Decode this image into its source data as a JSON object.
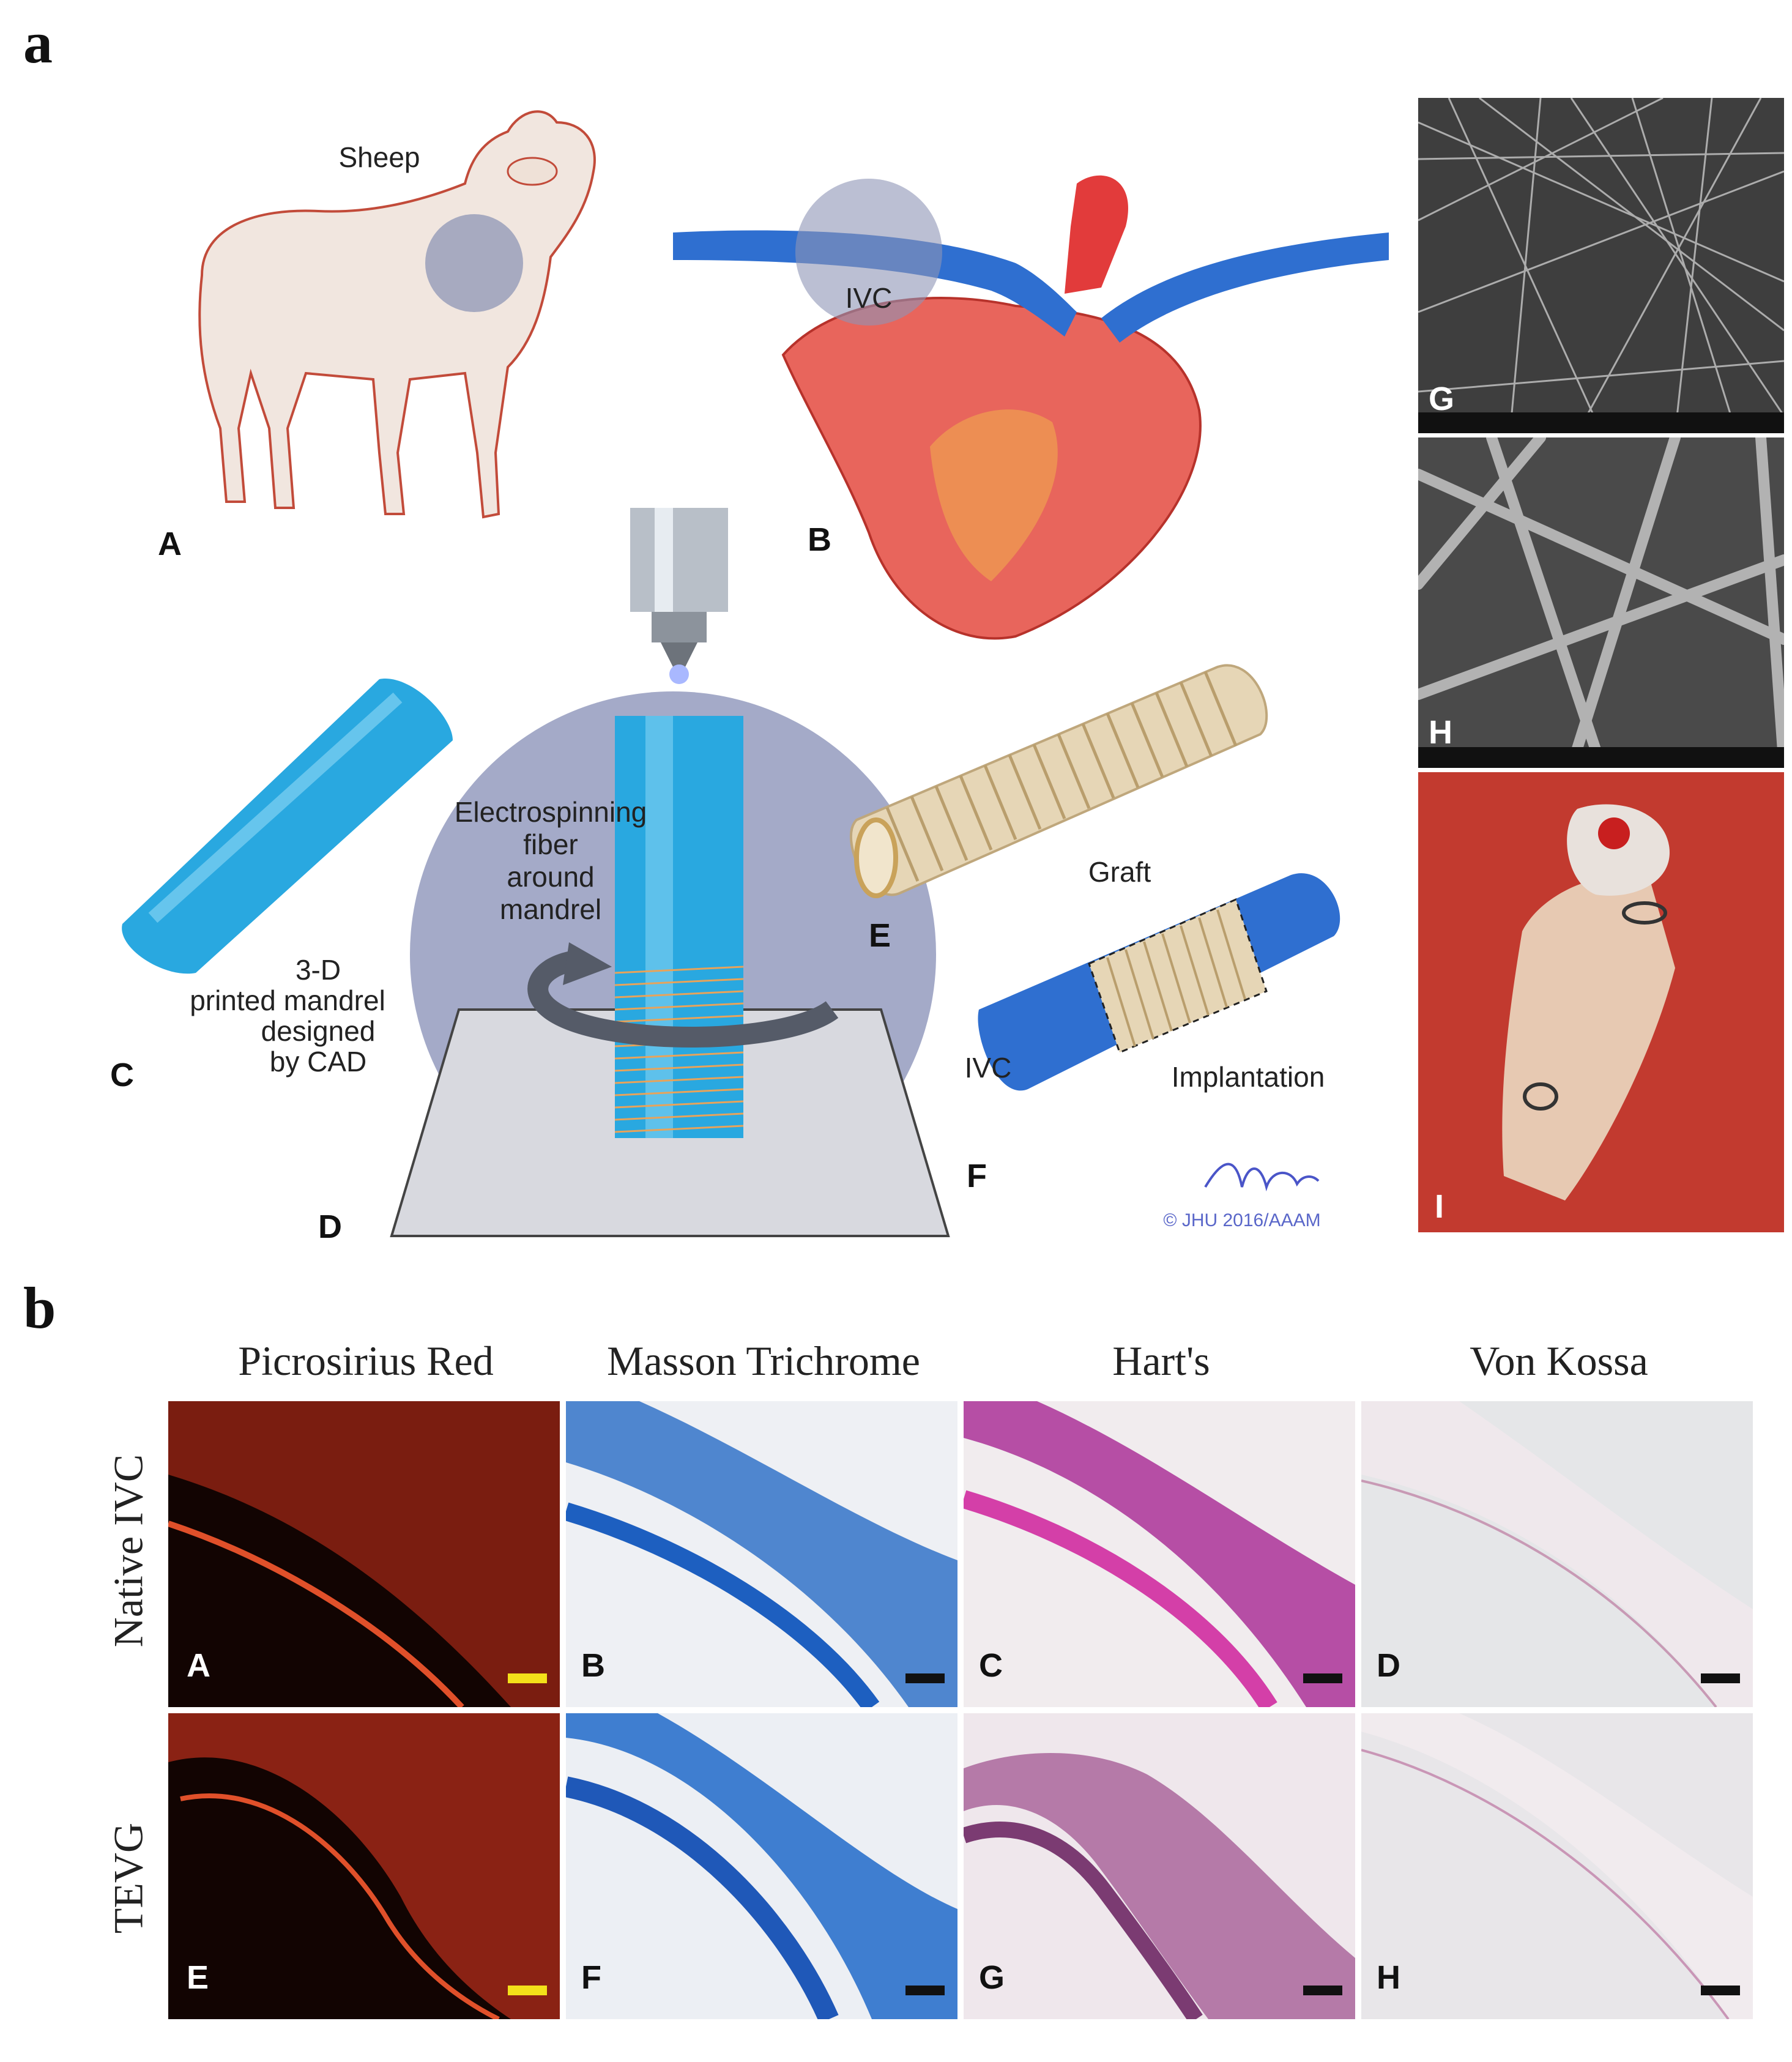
{
  "panel_letters": {
    "a": "a",
    "b": "b"
  },
  "schematic": {
    "sub_labels": {
      "A": "A",
      "B": "B",
      "C": "C",
      "D": "D",
      "E": "E",
      "F": "F"
    },
    "sheep_label": "Sheep",
    "ivc_label": "IVC",
    "mandrel_caption": [
      "3-D",
      "printed mandrel",
      "designed",
      "by CAD"
    ],
    "electrospin_caption": [
      "Electrospinning",
      "fiber",
      "around",
      "mandrel"
    ],
    "graft_label": "Graft",
    "ivc_label_2": "IVC",
    "implantation_label": "Implantation",
    "copyright": "© JHU 2016/AAAM"
  },
  "micrographs": {
    "G": "G",
    "H": "H",
    "I": "I"
  },
  "histology": {
    "columns": [
      "Picrosirius Red",
      "Masson Trichrome",
      "Hart's",
      "Von Kossa"
    ],
    "rows": [
      "Native IVC",
      "TEVG"
    ],
    "tile_labels": [
      "A",
      "B",
      "C",
      "D",
      "E",
      "F",
      "G",
      "H"
    ]
  },
  "colors": {
    "ivc_blue": "#2f6fd0",
    "mandrel_blue": "#29a8e0",
    "circle_overlay": "#9aa3c8",
    "artery_red": "#e03a3a",
    "scale_yellow": "#f3e11a",
    "scale_black": "#111111"
  }
}
